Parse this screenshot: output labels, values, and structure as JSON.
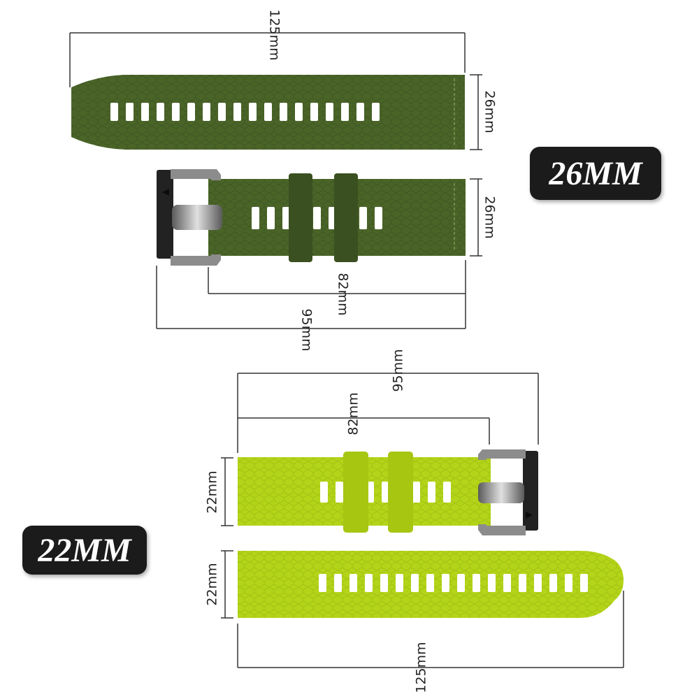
{
  "colors": {
    "olive_strap": "#4a6428",
    "olive_dark": "#3a5020",
    "lime_strap": "#b3d418",
    "lime_dark": "#9abb10",
    "buckle": "#222222",
    "metal": "#9a9a9a",
    "line": "#333333",
    "badge_bg": "#1b1b1b"
  },
  "badges": {
    "size_26": "26MM",
    "size_22": "22MM"
  },
  "dimensions": {
    "top": {
      "long_length": "125mm",
      "long_width": "26mm",
      "buckle_width": "26mm",
      "buckle_inner": "82mm",
      "buckle_total": "95mm"
    },
    "bottom": {
      "buckle_total": "95mm",
      "buckle_inner": "82mm",
      "buckle_width": "22mm",
      "long_width": "22mm",
      "long_length": "125mm"
    }
  }
}
